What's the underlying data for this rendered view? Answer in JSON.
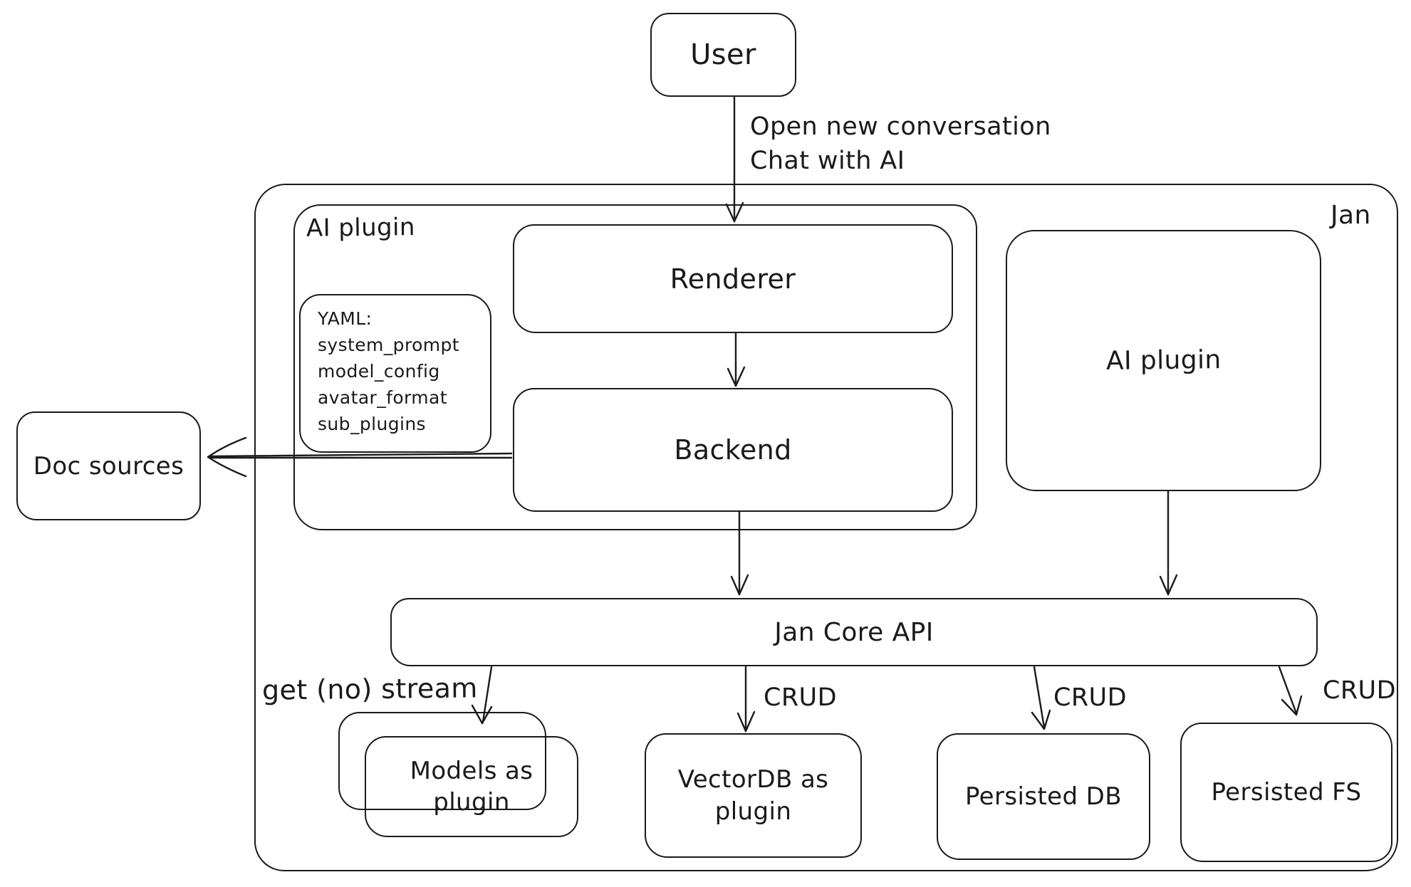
{
  "colors": {
    "ink": "#1a1a1a",
    "canvas": "#ffffff"
  },
  "nodes": {
    "user": {
      "label": "User"
    },
    "jan_container": {
      "label": "Jan"
    },
    "ai_plugin_group": {
      "label": "AI plugin"
    },
    "yaml_note": {
      "title": "YAML:",
      "lines": [
        "system_prompt",
        "model_config",
        "avatar_format",
        "sub_plugins"
      ]
    },
    "renderer": {
      "label": "Renderer"
    },
    "backend": {
      "label": "Backend"
    },
    "doc_sources": {
      "label": "Doc sources"
    },
    "ai_plugin_box": {
      "label": "AI plugin"
    },
    "jan_core_api": {
      "label": "Jan Core API"
    },
    "models_plugin": {
      "label": "Models as plugin"
    },
    "vectordb_plugin": {
      "label": "VectorDB as plugin"
    },
    "persisted_db": {
      "label": "Persisted DB"
    },
    "persisted_fs": {
      "label": "Persisted FS"
    }
  },
  "edges": {
    "user_to_renderer": {
      "label_line1": "Open new conversation",
      "label_line2": "Chat with AI"
    },
    "jancore_to_models": {
      "label": "get (no) stream"
    },
    "jancore_to_vectordb": {
      "label": "CRUD"
    },
    "jancore_to_persisted_db": {
      "label": "CRUD"
    },
    "jancore_to_persisted_fs": {
      "label": "CRUD"
    }
  }
}
